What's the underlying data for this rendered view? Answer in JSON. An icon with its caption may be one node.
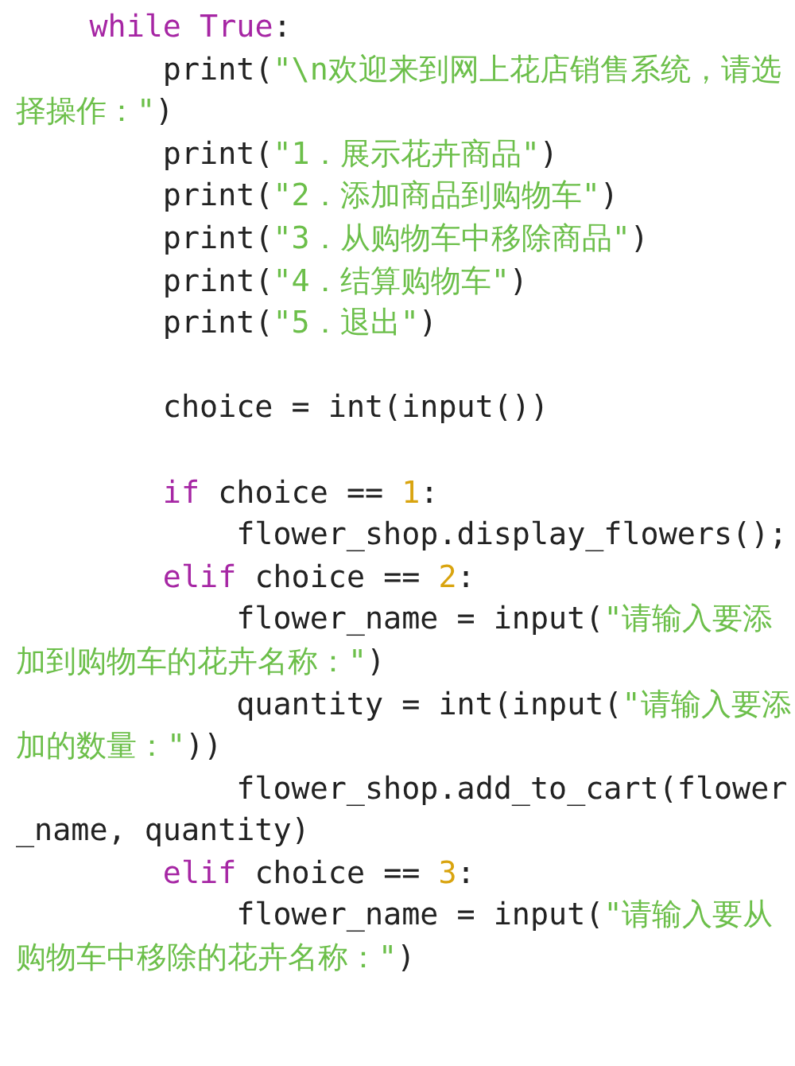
{
  "diagram": {
    "labels": [
      "while True:",
      "print(\"\\n欢迎来到网上花店销售系统，请选择操作：\")",
      "print(\"1．展示花卉商品\")",
      "print(\"2．添加商品到购物车\")",
      "print(\"3．从购物车中移除商品\")",
      "print(\"4．结算购物车\")",
      "print(\"5．退出\")",
      "choice = int(input())",
      "if choice == 1:",
      "flower_shop.display_flowers();",
      "elif choice == 2:",
      "flower_name = input(\"请输入要添加到购物车的花卉名称：\")",
      "quantity = int(input(\"请输入要添加的数量：\"))",
      "flower_shop.add_to_cart(flower_name, quantity)",
      "elif choice == 3:",
      "flower_name = input(\"请输入要从购物车中移除的花卉名称：\")"
    ]
  }
}
